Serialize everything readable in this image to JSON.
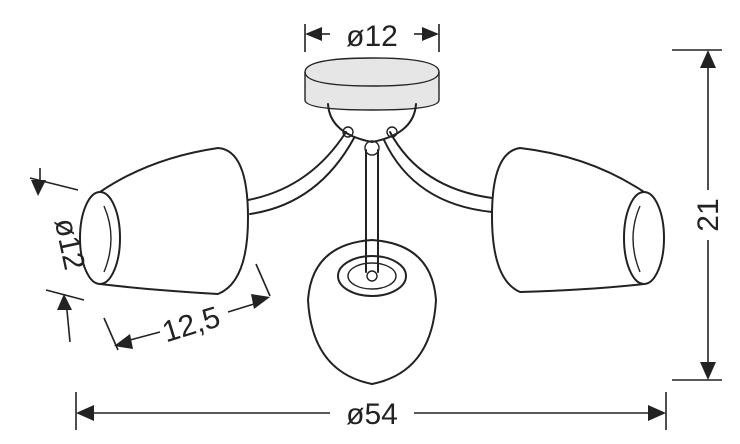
{
  "dimensions": {
    "canopy_diameter": "ø12",
    "shade_diameter": "ø12",
    "shade_length": "12,5",
    "overall_height": "21",
    "overall_diameter": "ø54"
  }
}
